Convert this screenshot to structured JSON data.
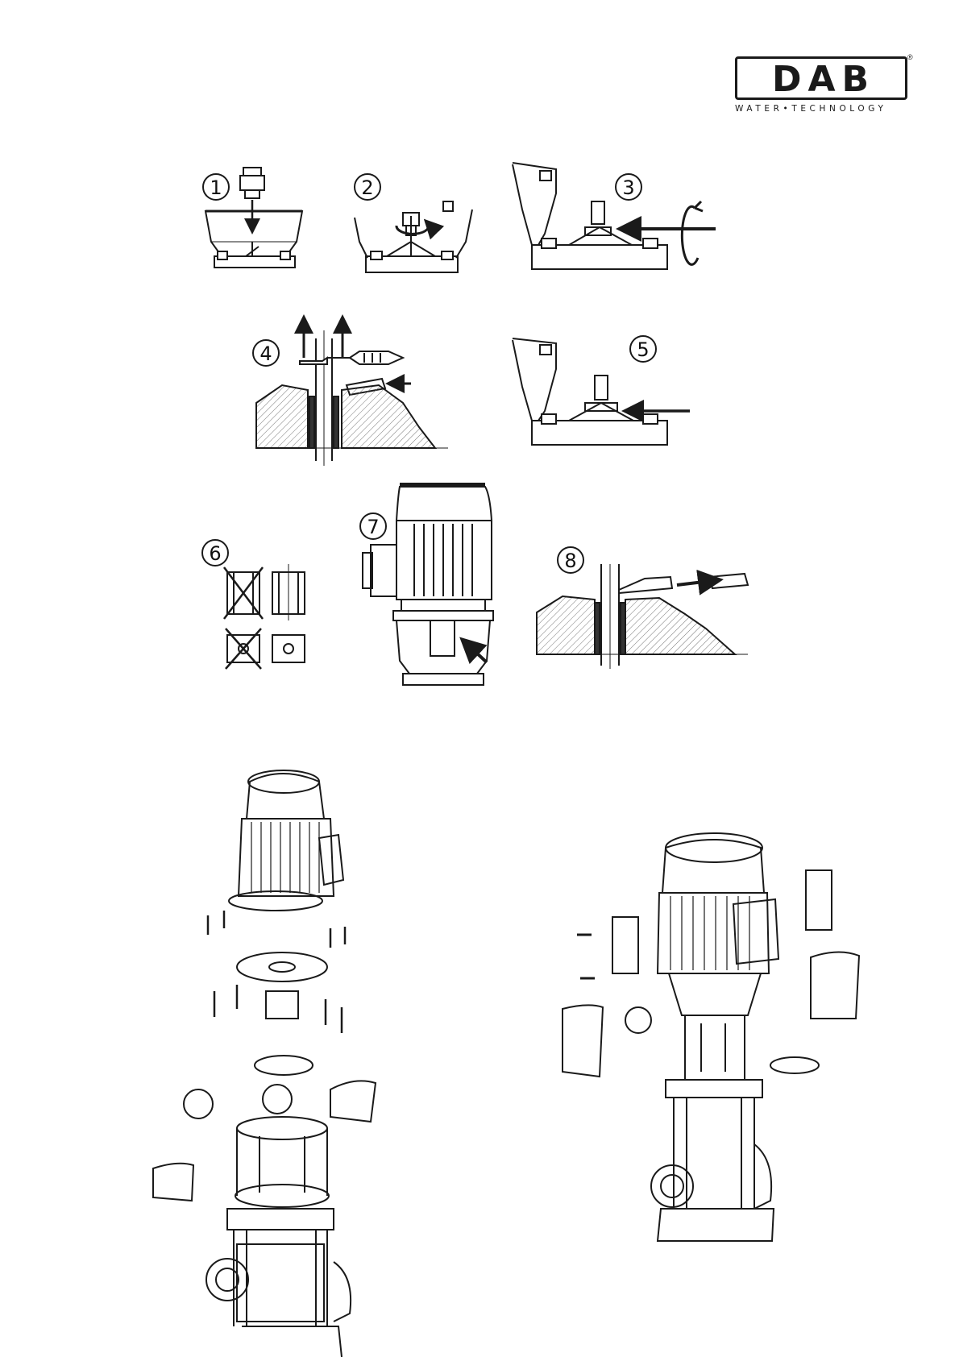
{
  "logo": {
    "brand": "DAB",
    "registered": "®",
    "tagline": "WATER•TECHNOLOGY"
  },
  "steps": [
    {
      "number": "1",
      "icon": "seal-insert-down-icon"
    },
    {
      "number": "2",
      "icon": "rotate-seal-icon"
    },
    {
      "number": "3",
      "icon": "tighten-screw-arrow-icon"
    },
    {
      "number": "4",
      "icon": "lift-spacer-screwdriver-icon"
    },
    {
      "number": "5",
      "icon": "insert-spacer-arrow-icon"
    },
    {
      "number": "6",
      "icon": "seal-orientation-check-icon"
    },
    {
      "number": "7",
      "icon": "motor-coupling-arrow-icon"
    },
    {
      "number": "8",
      "icon": "remove-spacer-arrow-icon"
    }
  ],
  "colors": {
    "line": "#1a1a1a",
    "hatch": "#555555",
    "background": "#ffffff"
  }
}
